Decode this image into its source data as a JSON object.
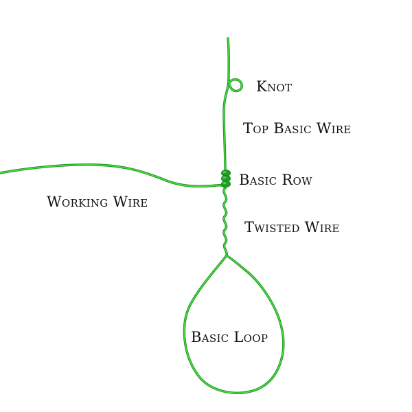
{
  "labels": {
    "knot": "Knot",
    "top_basic_wire": "Top Basic Wire",
    "basic_row": "Basic Row",
    "working_wire": "Working Wire",
    "twisted_wire": "Twisted Wire",
    "basic_loop": "Basic Loop"
  },
  "colors": {
    "wire": "#2bbf2b",
    "wire_dark": "#118a14",
    "wire_highlight": "#7be86a",
    "bead": "#1f9e2a",
    "text": "#111111",
    "background": "#ffffff"
  }
}
